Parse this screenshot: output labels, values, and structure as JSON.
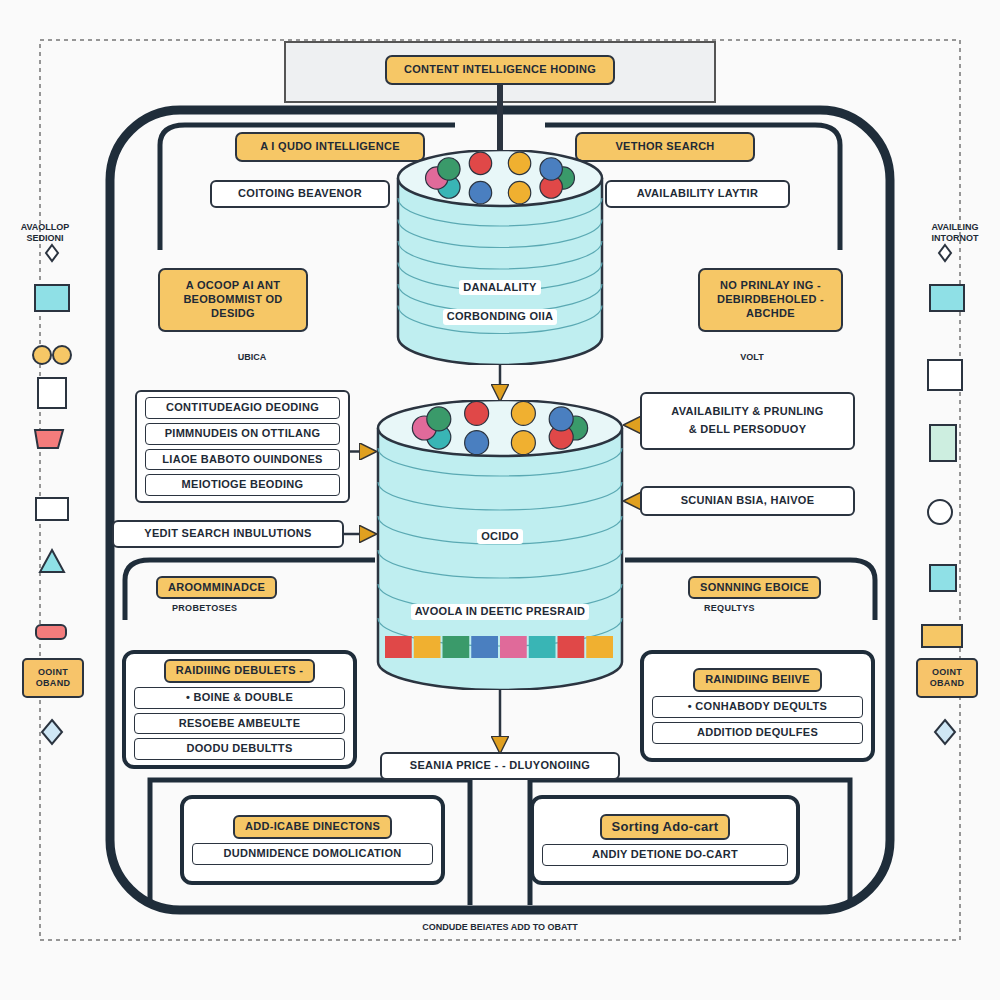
{
  "diagram": {
    "title": "CONTENT INTELLIGENCE HODING",
    "nodes": [
      {
        "text": [
          "CONTENT INTELLIGENCE HODING"
        ]
      },
      {
        "text": [
          "A I QUDO INTELLIGENCE"
        ]
      },
      {
        "text": [
          "VETHOR SEARCH"
        ]
      },
      {
        "text": [
          "COITOING BEAVENOR"
        ]
      },
      {
        "text": [
          "AVAILABILITY LAYTIR"
        ]
      },
      {
        "text": [
          "DANALALITY",
          "CORBONDING OIIA"
        ]
      },
      {
        "text": [
          "A OCOOP AI ANT BEOBOMMIST OD DESIDG"
        ]
      },
      {
        "text": [
          "NO PRINLAY ING - DEBIRDBEHOLED - ABCHDE"
        ]
      },
      {
        "text": [
          "CONTITUDEAGIO DEODING",
          "PIMMNUDEIS ON OTTILANG",
          "LIAOE BABOTO OUINDONES",
          "MEIOTIOGE BEODING"
        ]
      },
      {
        "text": [
          "AVAILABILITY & PRUNLING",
          "& DELL PERSODUOY"
        ]
      },
      {
        "text": [
          "SCUNIAN BSIA, HAIVOE"
        ]
      },
      {
        "text": [
          "YEDIT SEARCH INBULUTIONS"
        ]
      },
      {
        "text": [
          "OCIDO",
          "AVOOLA IN DEETIC PRESRAID"
        ]
      },
      {
        "text": [
          "AROOMMINADCE",
          "PROBETOSES"
        ]
      },
      {
        "text": [
          "SONNNING EBOICE",
          "REQULTYS"
        ]
      },
      {
        "text": [
          "RAIDIIING DEBULETS -",
          "• BOINE & DOUBLE",
          "RESOEBE AMBEULTE",
          "DOODU DEBULTTS"
        ]
      },
      {
        "text": [
          "RAINIDIING BEIIVE",
          "• CONHABODY DEQULTS",
          "ADDITIOD DEQULFES"
        ]
      },
      {
        "text": [
          "SEANIA PRICE - - DLUYONOIING"
        ]
      },
      {
        "text": [
          "ADD-ICABE DINECTONS",
          "DUDNMIDENCE DOMOLICATION"
        ]
      },
      {
        "text": [
          "Sorting Ado-cart",
          "ANDIY DETIONE DO-CART"
        ]
      },
      {
        "text": [
          "OOINT OBAND"
        ]
      },
      {
        "text": [
          "OOINT OBAND"
        ]
      }
    ],
    "edges": [
      {
        "from": 0,
        "to": 5,
        "arrow": "none"
      },
      {
        "from": 5,
        "to": 12,
        "arrow": "to"
      },
      {
        "from": 8,
        "to": 12,
        "arrow": "to"
      },
      {
        "from": 9,
        "to": 12,
        "arrow": "to"
      },
      {
        "from": 10,
        "to": 12,
        "arrow": "to"
      },
      {
        "from": 11,
        "to": 12,
        "arrow": "to"
      },
      {
        "from": 12,
        "to": 17,
        "arrow": "to"
      }
    ],
    "labels": [
      "AVAOLLOP SEDIONI",
      "AVAILLING INTORNOT",
      "UBICA",
      "VOLT",
      "CONDUDE BEIATES ADD TO OBATT"
    ]
  }
}
